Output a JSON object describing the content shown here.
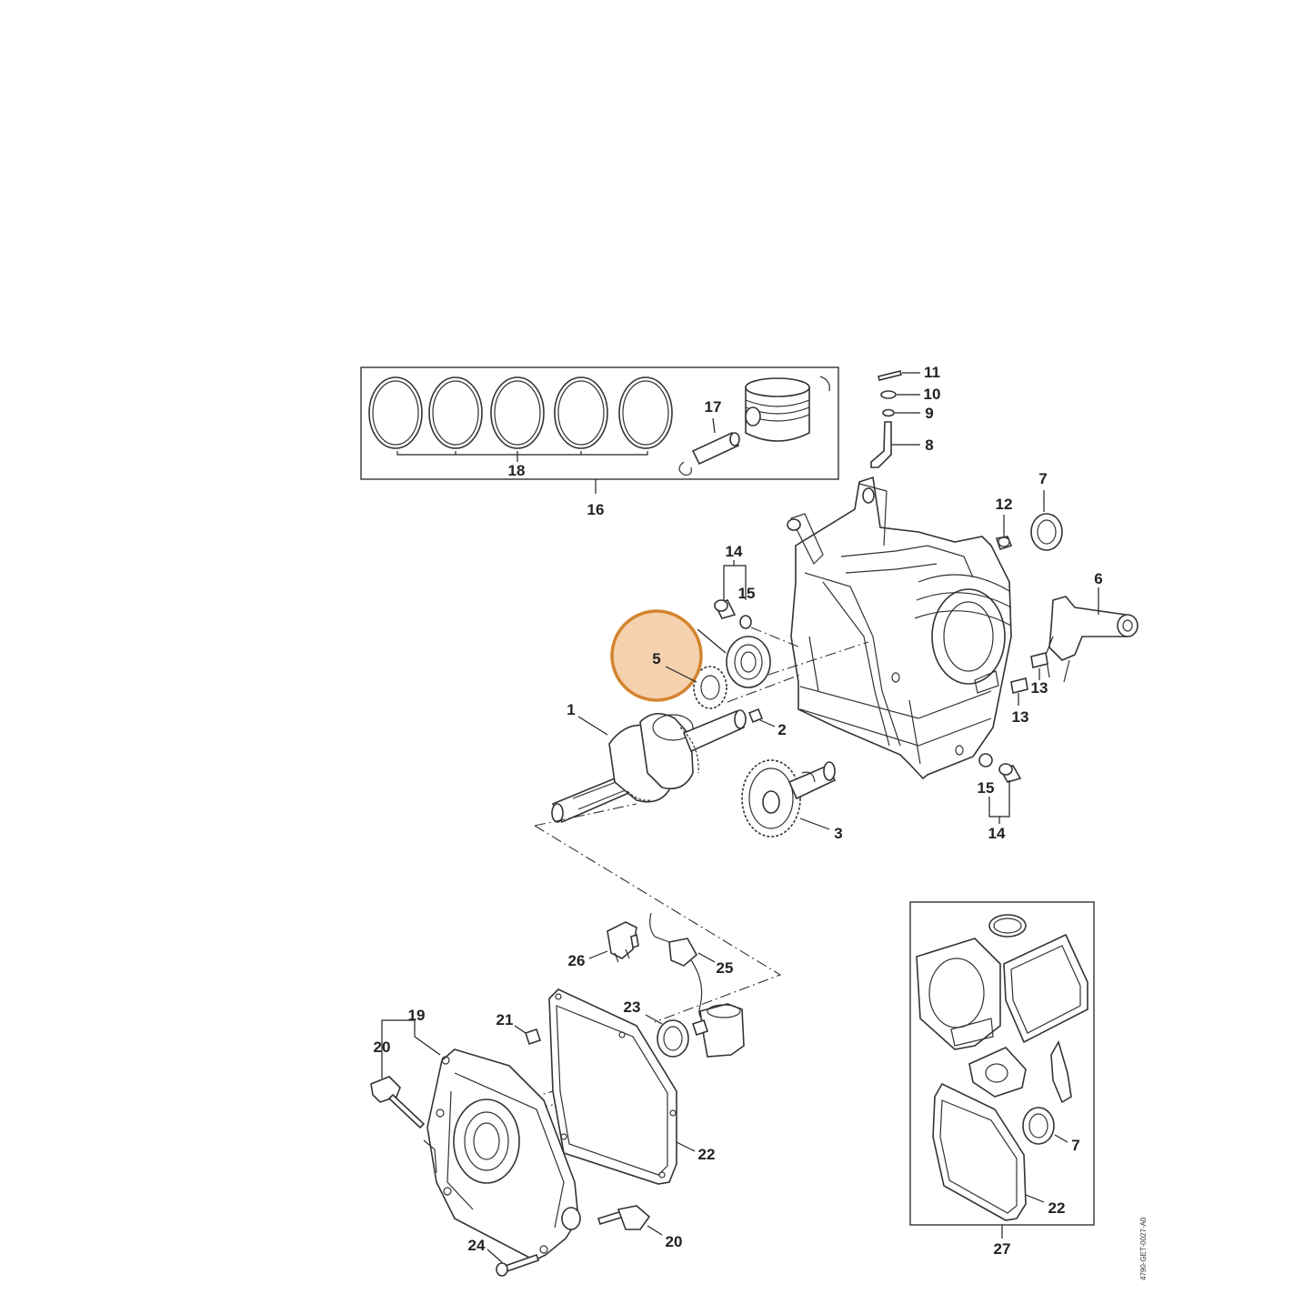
{
  "highlight_color": "#d4842f",
  "highlight_fill": "#f3c9a0",
  "document_code": "4790-GET-0027-A0",
  "labels": {
    "p1": "1",
    "p2": "2",
    "p3": "3",
    "p5": "5",
    "p6": "6",
    "p7a": "7",
    "p7b": "7",
    "p8": "8",
    "p9": "9",
    "p10": "10",
    "p11": "11",
    "p12": "12",
    "p13a": "13",
    "p13b": "13",
    "p14a": "14",
    "p14b": "14",
    "p15a": "15",
    "p15b": "15",
    "p16": "16",
    "p17": "17",
    "p18": "18",
    "p19": "19",
    "p20a": "20",
    "p20b": "20",
    "p21": "21",
    "p22a": "22",
    "p22b": "22",
    "p23": "23",
    "p24": "24",
    "p25": "25",
    "p26": "26",
    "p27": "27"
  }
}
